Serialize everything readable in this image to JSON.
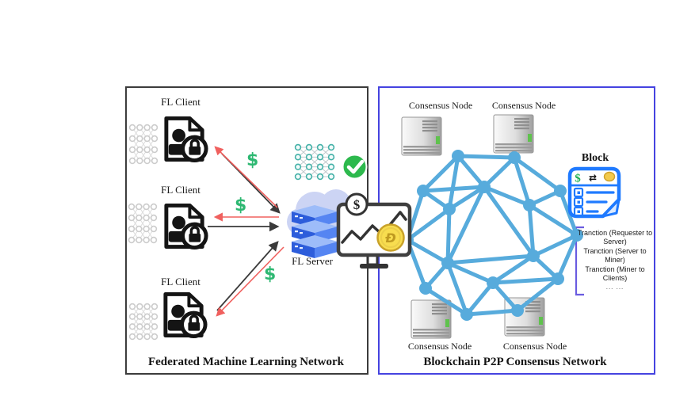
{
  "left_panel": {
    "title": "Federated Machine Learning Network",
    "clients": [
      {
        "label": "FL Client"
      },
      {
        "label": "FL Client"
      },
      {
        "label": "FL Client"
      }
    ],
    "server_label": "FL Server",
    "payment_symbol": "$"
  },
  "right_panel": {
    "title": "Blockchain P2P Consensus Network",
    "consensus_nodes": [
      {
        "label": "Consensus Node"
      },
      {
        "label": "Consensus Node"
      },
      {
        "label": "Consensus Node"
      },
      {
        "label": "Consensus Node"
      }
    ],
    "block": {
      "title": "Block",
      "currency_symbol": "$",
      "transfer_symbol": "⇄",
      "transactions": [
        "Tranction (Requester to Server)",
        "Tranction (Server to Miner)",
        "Tranction (Miner to Clients)",
        "... ..."
      ]
    }
  },
  "monitor": {
    "currency_symbol": "$",
    "coin_symbol": "Đ"
  },
  "colors": {
    "left_border": "#3c3c3c",
    "right_border": "#4543e0",
    "mesh_blue": "#57abdc",
    "dollar_green": "#2eb872",
    "check_green": "#2db94d",
    "arrow_red": "#f0605e",
    "arrow_black": "#3a3a3a",
    "block_blue": "#1f7aff",
    "coin_gold": "#f3ca4c",
    "server_blue": "#2d5ddb",
    "cloud_lavender": "#ccd4f4",
    "bracket_purple": "#6a5ce0"
  }
}
